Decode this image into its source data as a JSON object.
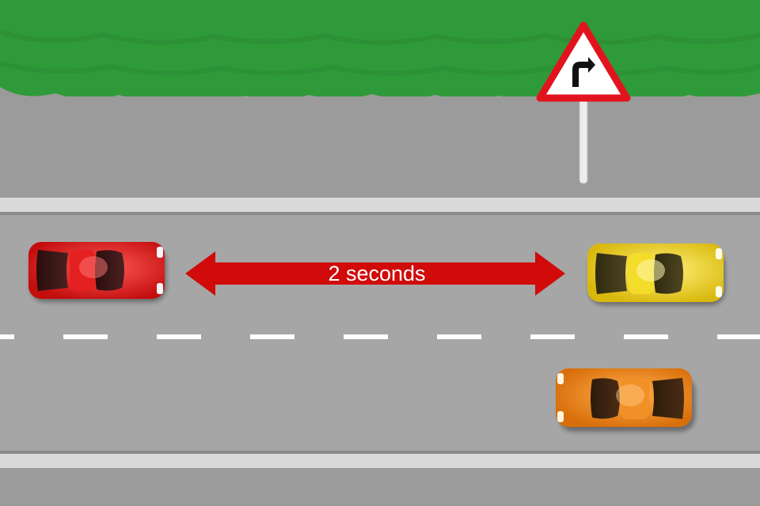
{
  "diagram": {
    "gap_label": "2 seconds",
    "sign": {
      "type": "warning-bend-right",
      "border_color": "#e1141e"
    },
    "arrow_color": "#d10a0a",
    "vehicles": [
      {
        "name": "red-car",
        "color": "#e01818",
        "lane": "left-lane",
        "position": "rear"
      },
      {
        "name": "yellow-car",
        "color": "#f2d21a",
        "lane": "left-lane",
        "position": "front"
      },
      {
        "name": "orange-car",
        "color": "#f08a1a",
        "lane": "right-lane",
        "position": "front"
      }
    ],
    "colors": {
      "grass": "#2f9a3a",
      "road": "#a6a6a6",
      "verge": "#9b9b9b",
      "markings": "#ffffff"
    }
  }
}
